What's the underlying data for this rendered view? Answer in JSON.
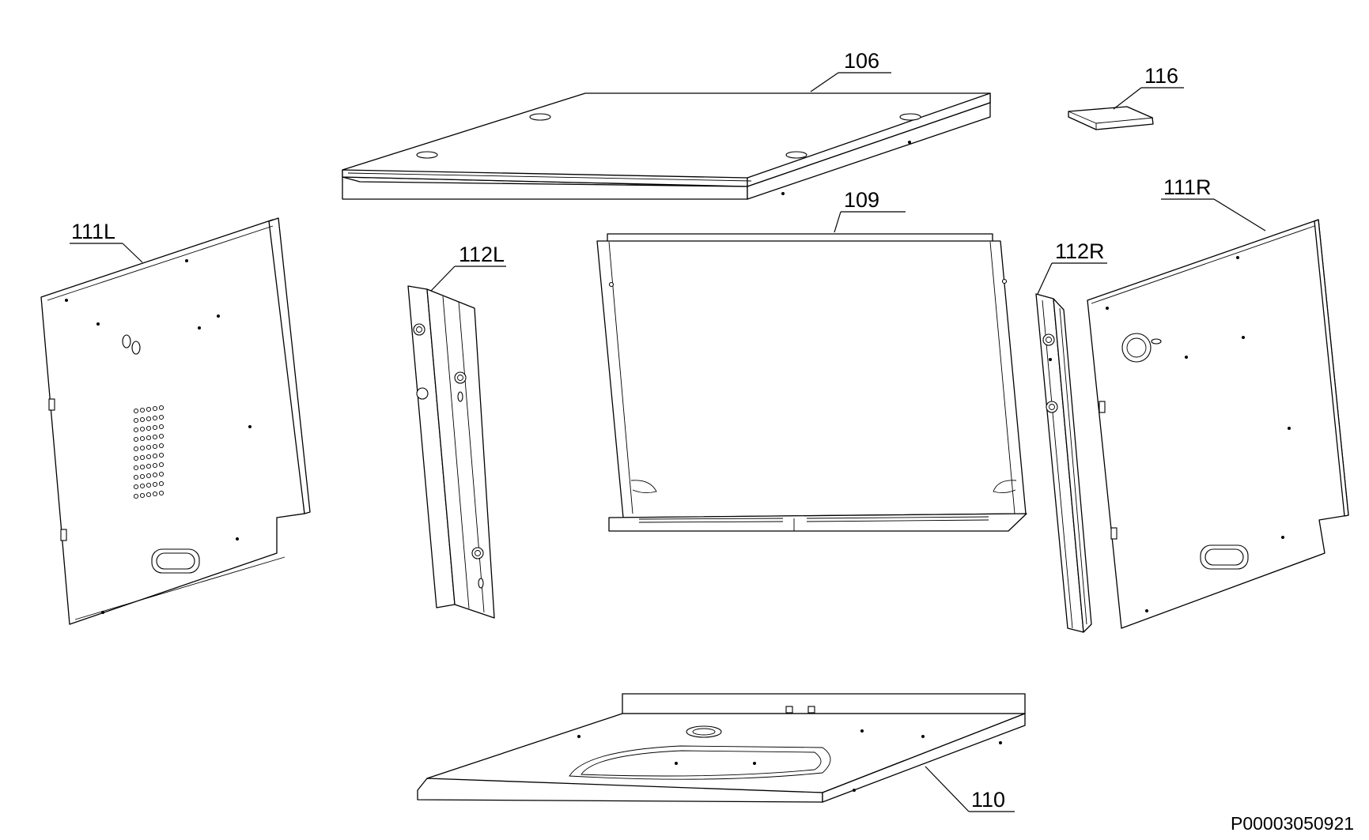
{
  "diagram": {
    "reference_code": "P00003050921",
    "parts": [
      {
        "id": "106"
      },
      {
        "id": "116"
      },
      {
        "id": "109"
      },
      {
        "id": "111L"
      },
      {
        "id": "111R"
      },
      {
        "id": "112L"
      },
      {
        "id": "112R"
      },
      {
        "id": "110"
      }
    ]
  },
  "colors": {
    "line": "#000000",
    "background": "#ffffff"
  }
}
